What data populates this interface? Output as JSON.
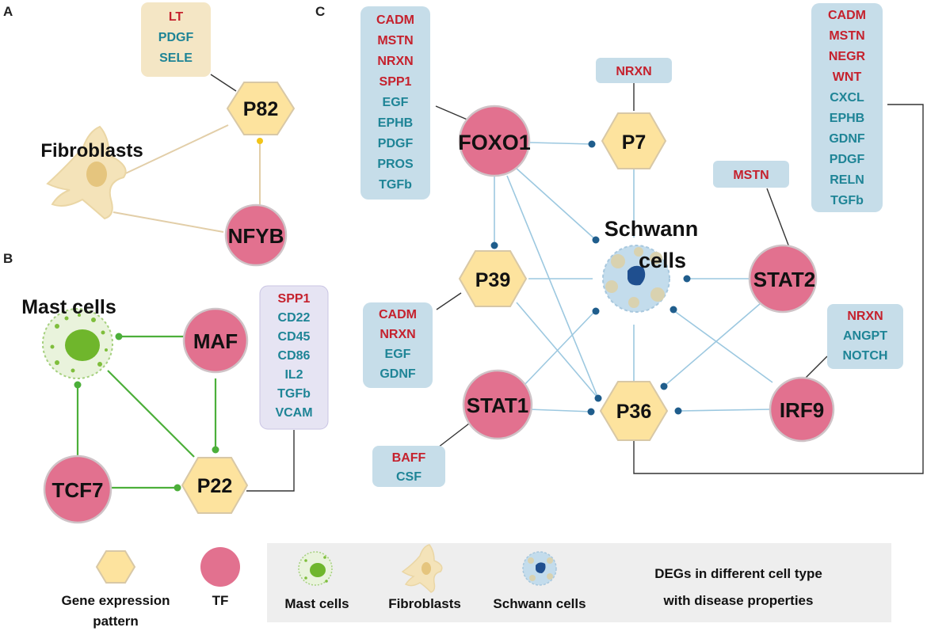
{
  "panels": {
    "a": "A",
    "b": "B",
    "c": "C"
  },
  "colors": {
    "upregulated_gene": "#c5212d",
    "downregulated_gene": "#1e8496",
    "pattern_hex": "#fde39e",
    "tf_circle": "#e2718f",
    "blue_edge": "#9cc8e0",
    "green_edge": "#4caf3a"
  },
  "panel_a": {
    "cell": "Fibroblasts",
    "pattern": "P82",
    "tf": "NFYB",
    "genes": [
      {
        "name": "LT",
        "color": "#c5212d"
      },
      {
        "name": "PDGF",
        "color": "#1e8496"
      },
      {
        "name": "SELE",
        "color": "#1e8496"
      }
    ]
  },
  "panel_b": {
    "cell": "Mast cells",
    "pattern": "P22",
    "tfs": [
      "MAF",
      "TCF7"
    ],
    "genes": [
      {
        "name": "SPP1",
        "color": "#c5212d"
      },
      {
        "name": "CD22",
        "color": "#1e8496"
      },
      {
        "name": "CD45",
        "color": "#1e8496"
      },
      {
        "name": "CD86",
        "color": "#1e8496"
      },
      {
        "name": "IL2",
        "color": "#1e8496"
      },
      {
        "name": "TGFb",
        "color": "#1e8496"
      },
      {
        "name": "VCAM",
        "color": "#1e8496"
      }
    ]
  },
  "panel_c": {
    "cell_line1": "Schwann",
    "cell_line2": "cells",
    "patterns": [
      "P7",
      "P39",
      "P36"
    ],
    "tfs": [
      "FOXO1",
      "STAT2",
      "STAT1",
      "IRF9"
    ],
    "foxo1_genes": [
      {
        "name": "CADM",
        "color": "#c5212d"
      },
      {
        "name": "MSTN",
        "color": "#c5212d"
      },
      {
        "name": "NRXN",
        "color": "#c5212d"
      },
      {
        "name": "SPP1",
        "color": "#c5212d"
      },
      {
        "name": "EGF",
        "color": "#1e8496"
      },
      {
        "name": "EPHB",
        "color": "#1e8496"
      },
      {
        "name": "PDGF",
        "color": "#1e8496"
      },
      {
        "name": "PROS",
        "color": "#1e8496"
      },
      {
        "name": "TGFb",
        "color": "#1e8496"
      }
    ],
    "p7_genes": [
      {
        "name": "NRXN",
        "color": "#c5212d"
      }
    ],
    "stat2_genes": [
      {
        "name": "MSTN",
        "color": "#c5212d"
      }
    ],
    "p36_genes": [
      {
        "name": "CADM",
        "color": "#c5212d"
      },
      {
        "name": "MSTN",
        "color": "#c5212d"
      },
      {
        "name": "NEGR",
        "color": "#c5212d"
      },
      {
        "name": "WNT",
        "color": "#c5212d"
      },
      {
        "name": "CXCL",
        "color": "#1e8496"
      },
      {
        "name": "EPHB",
        "color": "#1e8496"
      },
      {
        "name": "GDNF",
        "color": "#1e8496"
      },
      {
        "name": "PDGF",
        "color": "#1e8496"
      },
      {
        "name": "RELN",
        "color": "#1e8496"
      },
      {
        "name": "TGFb",
        "color": "#1e8496"
      }
    ],
    "p39_genes": [
      {
        "name": "CADM",
        "color": "#c5212d"
      },
      {
        "name": "NRXN",
        "color": "#c5212d"
      },
      {
        "name": "EGF",
        "color": "#1e8496"
      },
      {
        "name": "GDNF",
        "color": "#1e8496"
      }
    ],
    "irf9_genes": [
      {
        "name": "NRXN",
        "color": "#c5212d"
      },
      {
        "name": "ANGPT",
        "color": "#1e8496"
      },
      {
        "name": "NOTCH",
        "color": "#1e8496"
      }
    ],
    "stat1_genes": [
      {
        "name": "BAFF",
        "color": "#c5212d"
      },
      {
        "name": "CSF",
        "color": "#1e8496"
      }
    ]
  },
  "legend": {
    "pattern_line1": "Gene expression",
    "pattern_line2": "pattern",
    "tf": "TF",
    "mast": "Mast cells",
    "fibro": "Fibroblasts",
    "schwann": "Schwann cells",
    "desc_line1": "DEGs in different cell type",
    "desc_line2": "with disease properties"
  }
}
